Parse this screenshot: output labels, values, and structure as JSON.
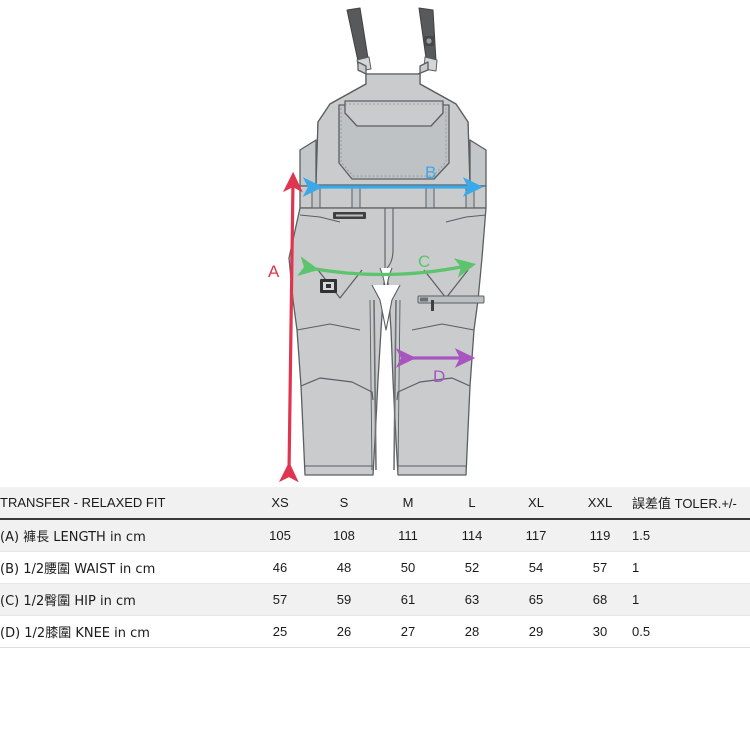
{
  "illustration": {
    "alt_name": "bib-pants-technical-drawing",
    "garment_color": "#c9cbcd",
    "garment_shade": "#b9bcbf",
    "outline_color": "#5b5f62",
    "strap_color": "#58595b",
    "markers": [
      {
        "id": "A",
        "label": "A",
        "color": "#e0354f",
        "measure": "length"
      },
      {
        "id": "B",
        "label": "B",
        "color": "#3ba9e8",
        "measure": "waist"
      },
      {
        "id": "C",
        "label": "C",
        "color": "#5cc46c",
        "measure": "hip"
      },
      {
        "id": "D",
        "label": "D",
        "color": "#a855c0",
        "measure": "knee"
      }
    ]
  },
  "table": {
    "title": "TRANSFER - RELAXED FIT",
    "columns": [
      "XS",
      "S",
      "M",
      "L",
      "XL",
      "XXL"
    ],
    "tolerance_header": "誤差值 TOLER.+/-",
    "rows": [
      {
        "label": "(A) 褲長 LENGTH in cm",
        "values": [
          "105",
          "108",
          "111",
          "114",
          "117",
          "119"
        ],
        "tolerance": "1.5"
      },
      {
        "label": "(B) 1/2腰圍 WAIST in cm",
        "values": [
          "46",
          "48",
          "50",
          "52",
          "54",
          "57"
        ],
        "tolerance": "1"
      },
      {
        "label": "(C) 1/2臀圍 HIP in cm",
        "values": [
          "57",
          "59",
          "61",
          "63",
          "65",
          "68"
        ],
        "tolerance": "1"
      },
      {
        "label": "(D) 1/2膝圍 KNEE in cm",
        "values": [
          "25",
          "26",
          "27",
          "28",
          "29",
          "30"
        ],
        "tolerance": "0.5"
      }
    ]
  }
}
